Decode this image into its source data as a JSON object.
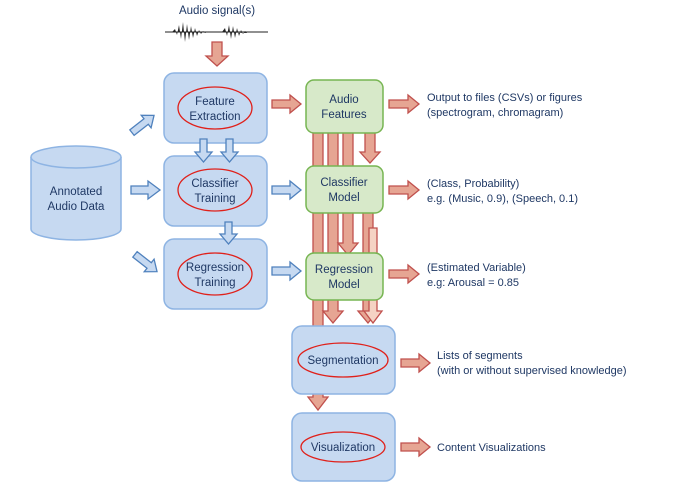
{
  "input_label": "Audio signal(s)",
  "annotated_data": {
    "line1": "Annotated",
    "line2": "Audio Data"
  },
  "training_boxes": {
    "feature_extraction": {
      "line1": "Feature",
      "line2": "Extraction"
    },
    "classifier_training": {
      "line1": "Classifier",
      "line2": "Training"
    },
    "regression_training": {
      "line1": "Regression",
      "line2": "Training"
    }
  },
  "model_boxes": {
    "audio_features": {
      "line1": "Audio",
      "line2": "Features"
    },
    "classifier_model": {
      "line1": "Classifier",
      "line2": "Model"
    },
    "regression_model": {
      "line1": "Regression",
      "line2": "Model"
    }
  },
  "process_boxes": {
    "segmentation": "Segmentation",
    "visualization": "Visualization"
  },
  "outputs": {
    "features": {
      "line1": "Output to files (CSVs) or figures",
      "line2": "(spectrogram, chromagram)"
    },
    "classifier": {
      "line1": "(Class, Probability)",
      "line2": "e.g. (Music, 0.9), (Speech, 0.1)"
    },
    "regression": {
      "line1": "(Estimated Variable)",
      "line2": "e.g: Arousal = 0.85"
    },
    "segmentation": {
      "line1": "Lists of segments",
      "line2": "(with or without supervised knowledge)"
    },
    "visualization": {
      "line1": "Content Visualizations"
    }
  },
  "colors": {
    "blue_box_fill": "#c6d9f1",
    "blue_box_stroke": "#8eb4e3",
    "green_box_fill": "#d7e9c9",
    "green_box_stroke": "#77b552",
    "red_arrow_fill": "#e6a593",
    "red_arrow_stroke": "#c0504d",
    "blue_arrow_fill": "#c6d9f1",
    "blue_arrow_stroke": "#4f81bd",
    "ellipse_stroke": "#e0201a",
    "text_blue": "#1f3864",
    "waveform": "#222222"
  }
}
